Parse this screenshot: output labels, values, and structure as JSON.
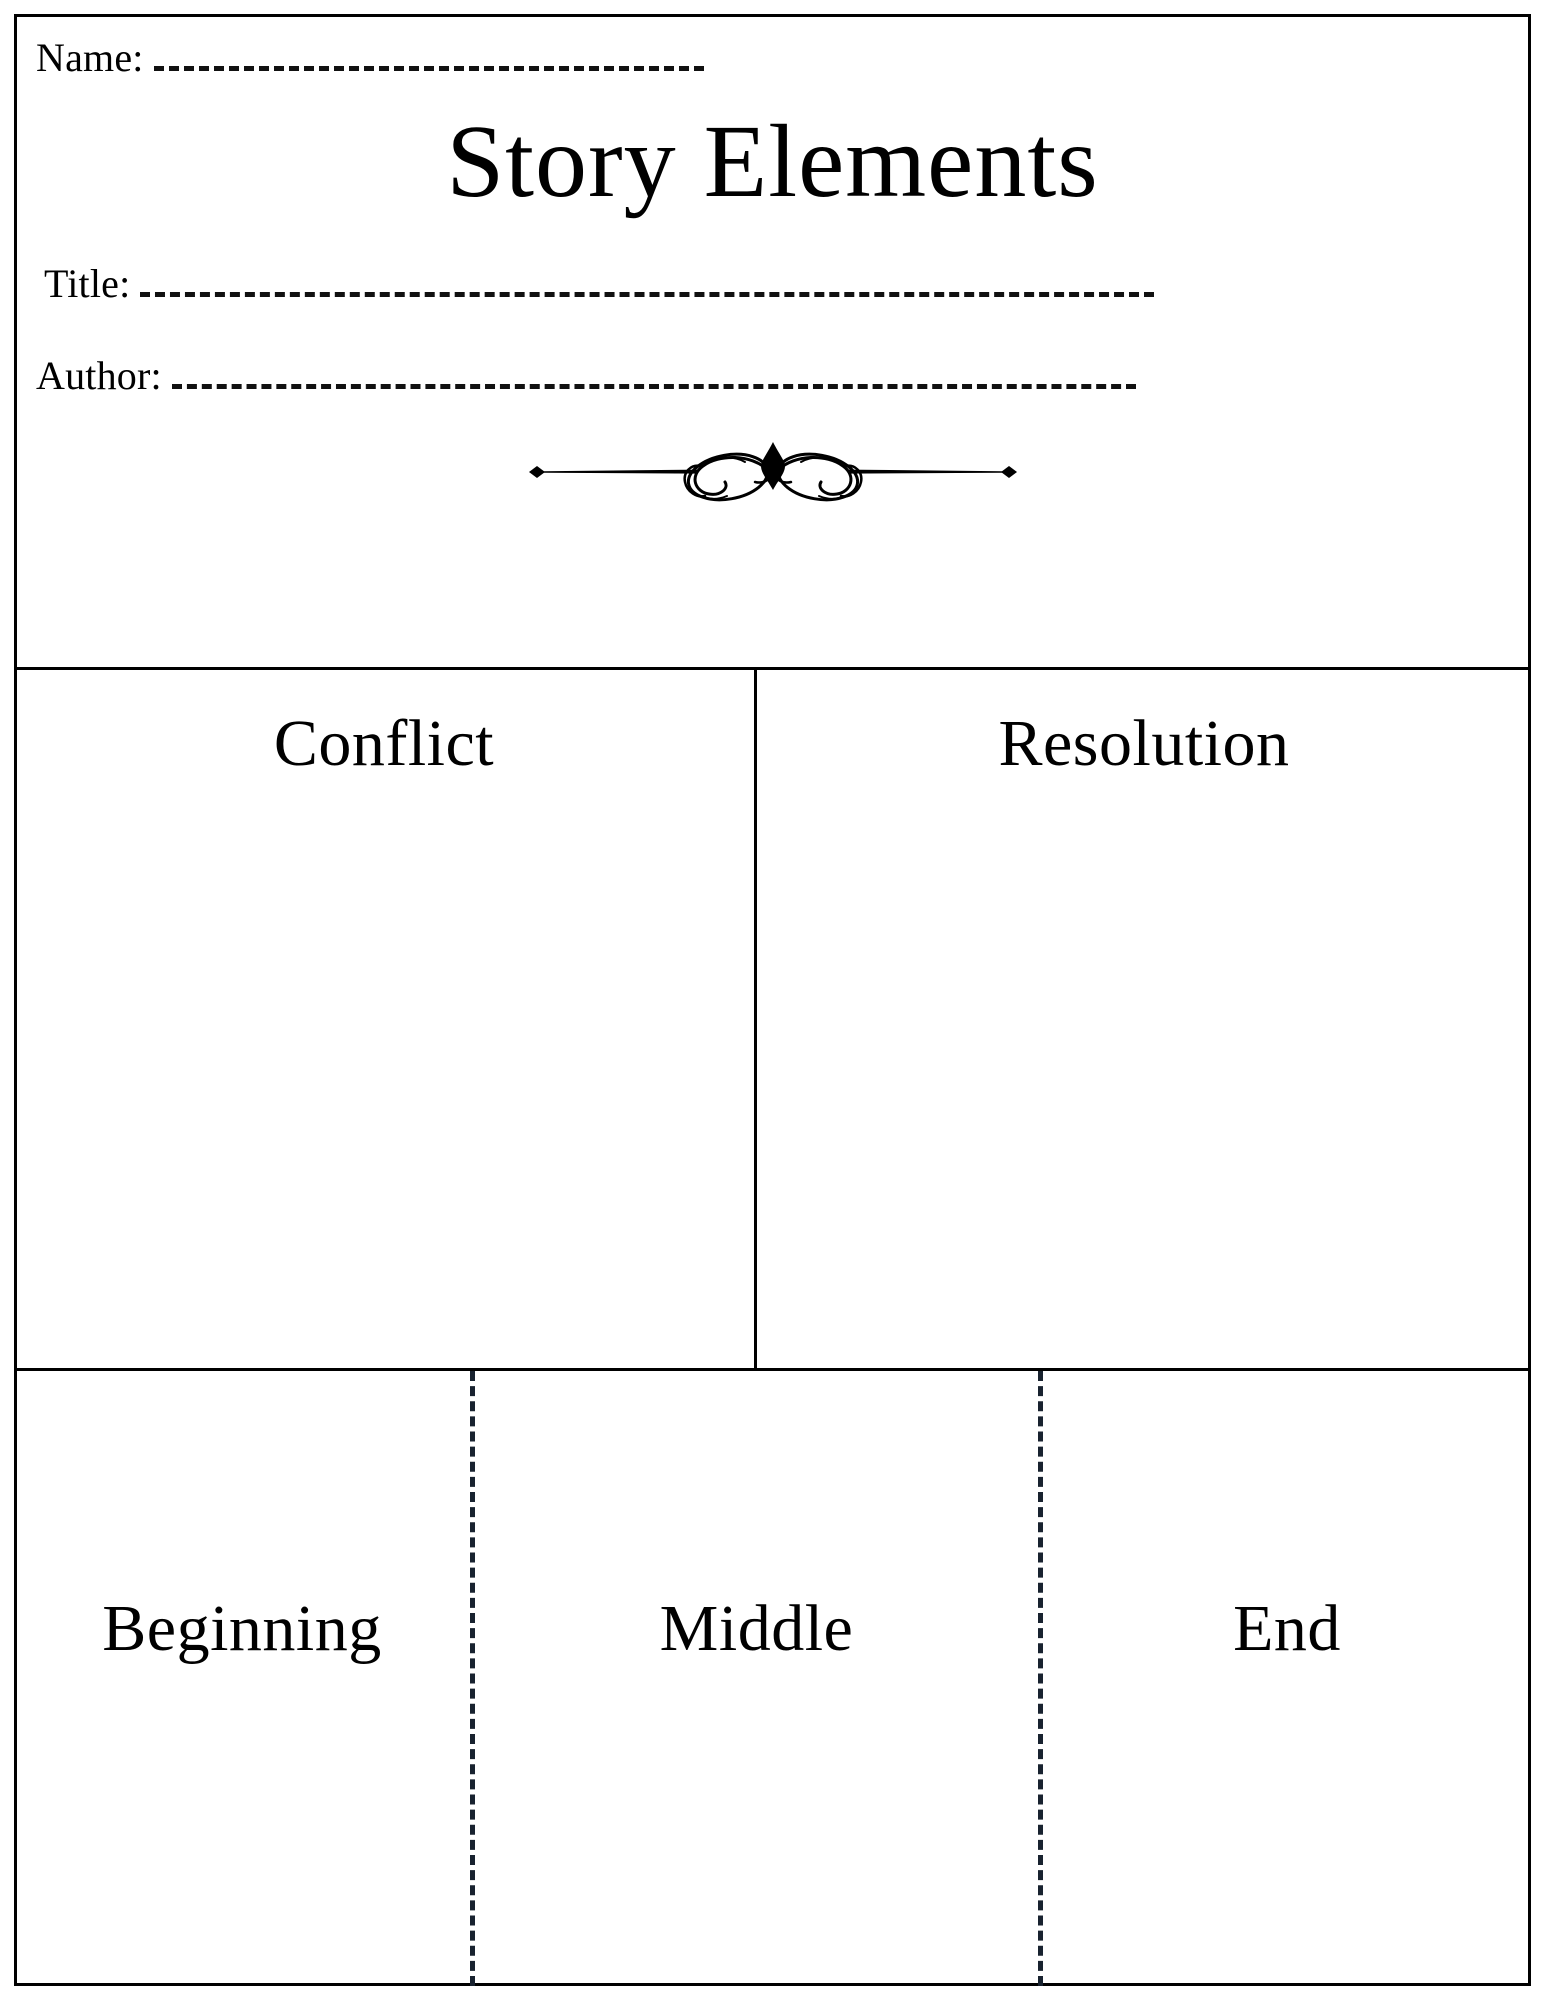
{
  "document": {
    "title": "Story Elements"
  },
  "header": {
    "fields": [
      {
        "label": "Name:"
      },
      {
        "label": "Title:"
      },
      {
        "label": "Author:"
      }
    ],
    "ornament_name": "flourish-divider-ornament"
  },
  "sections": {
    "top_row": [
      {
        "heading": "Conflict"
      },
      {
        "heading": "Resolution"
      }
    ],
    "bottom_row": [
      {
        "heading": "Beginning"
      },
      {
        "heading": "Middle"
      },
      {
        "heading": "End"
      }
    ]
  },
  "colors": {
    "ink": "#000000",
    "paper": "#ffffff",
    "dash_rule": "#111111",
    "dash_divider": "#18222f"
  }
}
